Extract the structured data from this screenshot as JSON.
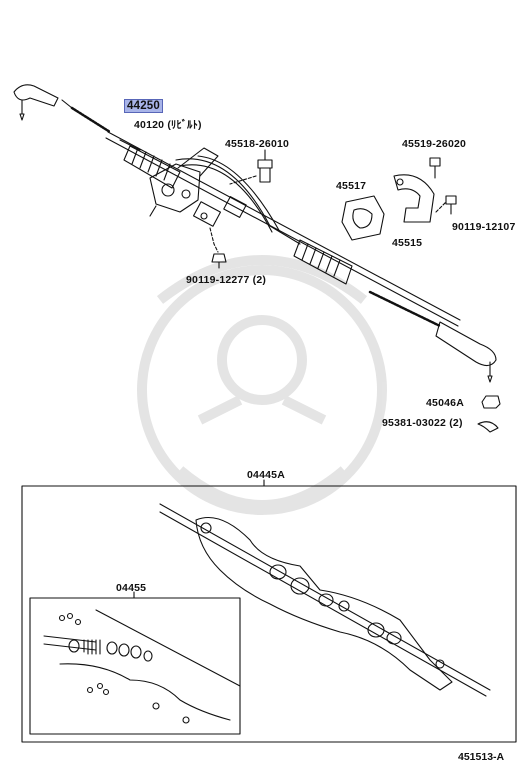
{
  "labels": {
    "assy": "44250",
    "rack": "40120 (ﾘﾋﾞﾙﾄ)",
    "bolt_a": "45518-26010",
    "bolt_b": "45519-26020",
    "bushing": "45517",
    "bracket": "45515",
    "bolt_c": "90119-12107",
    "bolt_d": "90119-12277 (2)",
    "nut": "45046A",
    "pin": "95381-03022 (2)",
    "kit_main": "04445A",
    "kit_sub": "04455",
    "ref_code": "451513-A"
  },
  "colors": {
    "line": "#111111",
    "highlight": "#a8b4e8",
    "watermark": "#e4e4e4"
  }
}
